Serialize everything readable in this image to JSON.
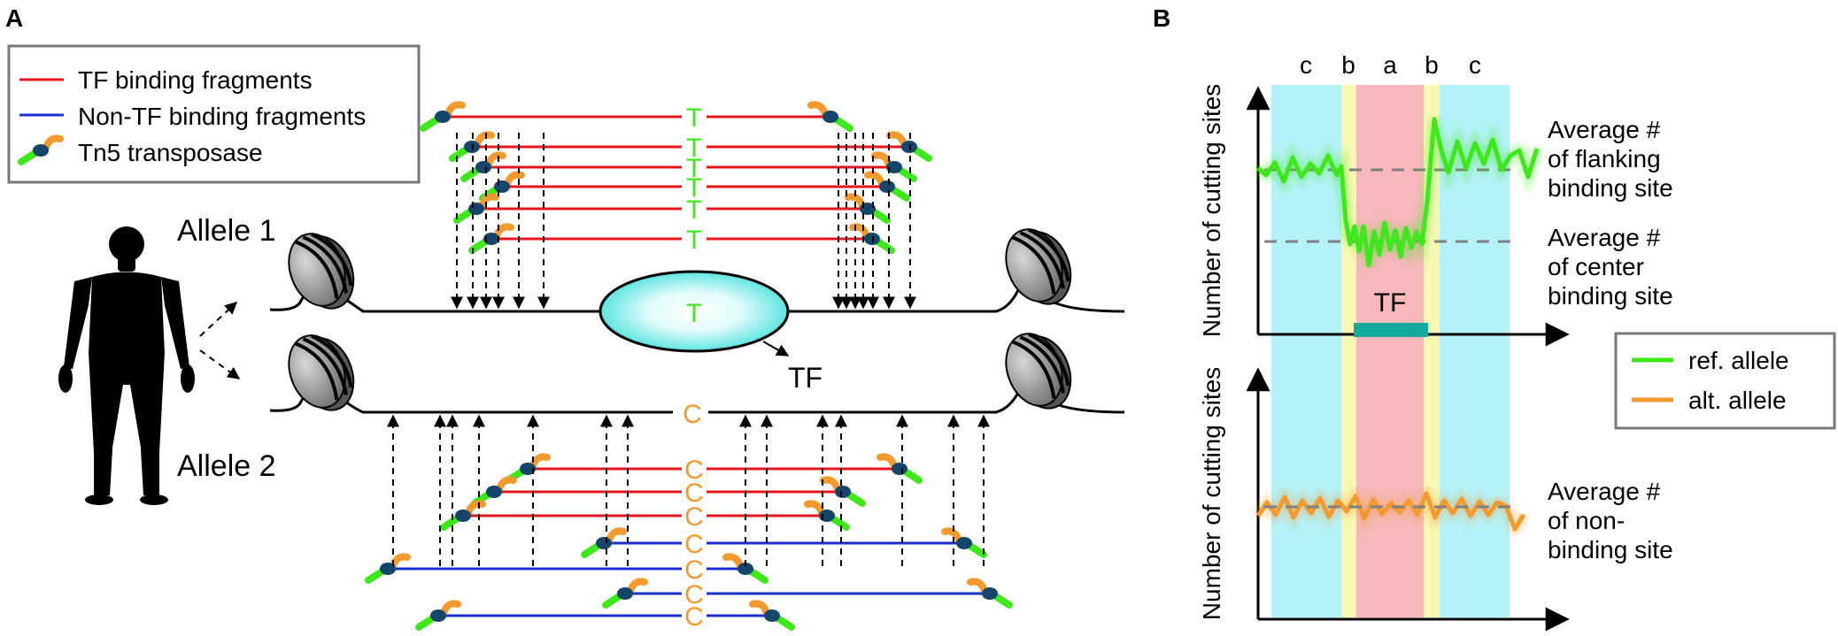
{
  "panel_a": {
    "label": "A",
    "legend": {
      "tf_label": "TF binding fragments",
      "nontf_label": "Non-TF binding fragments",
      "tn5_label": "Tn5 transposase"
    },
    "allele1_label": "Allele 1",
    "allele2_label": "Allele 2",
    "tf_label": "TF",
    "ref_base": "T",
    "alt_base": "C"
  },
  "panel_b": {
    "label": "B",
    "regions": [
      "c",
      "b",
      "a",
      "b",
      "c"
    ],
    "ylabel_top": "Number of cutting sites",
    "ylabel_bottom": "Number of cutting sites",
    "tf_label": "TF",
    "annot_flank": [
      "Average #",
      "of flanking",
      "binding site"
    ],
    "annot_center": [
      "Average #",
      "of center",
      "binding site"
    ],
    "annot_nonbind": [
      "Average #",
      "of non-",
      "binding site"
    ],
    "legend": {
      "ref": "ref. allele",
      "alt": "alt. allele"
    }
  },
  "colors": {
    "tf_fragment": "#e8141c",
    "nontf_fragment": "#1a2fd1",
    "ref": "#3ee81b",
    "alt": "#f29a2e",
    "region_c": "#b4f2f8",
    "region_b": "#f8f7b4",
    "region_a": "#f6b8bb",
    "tf_box": "#13a99e"
  }
}
